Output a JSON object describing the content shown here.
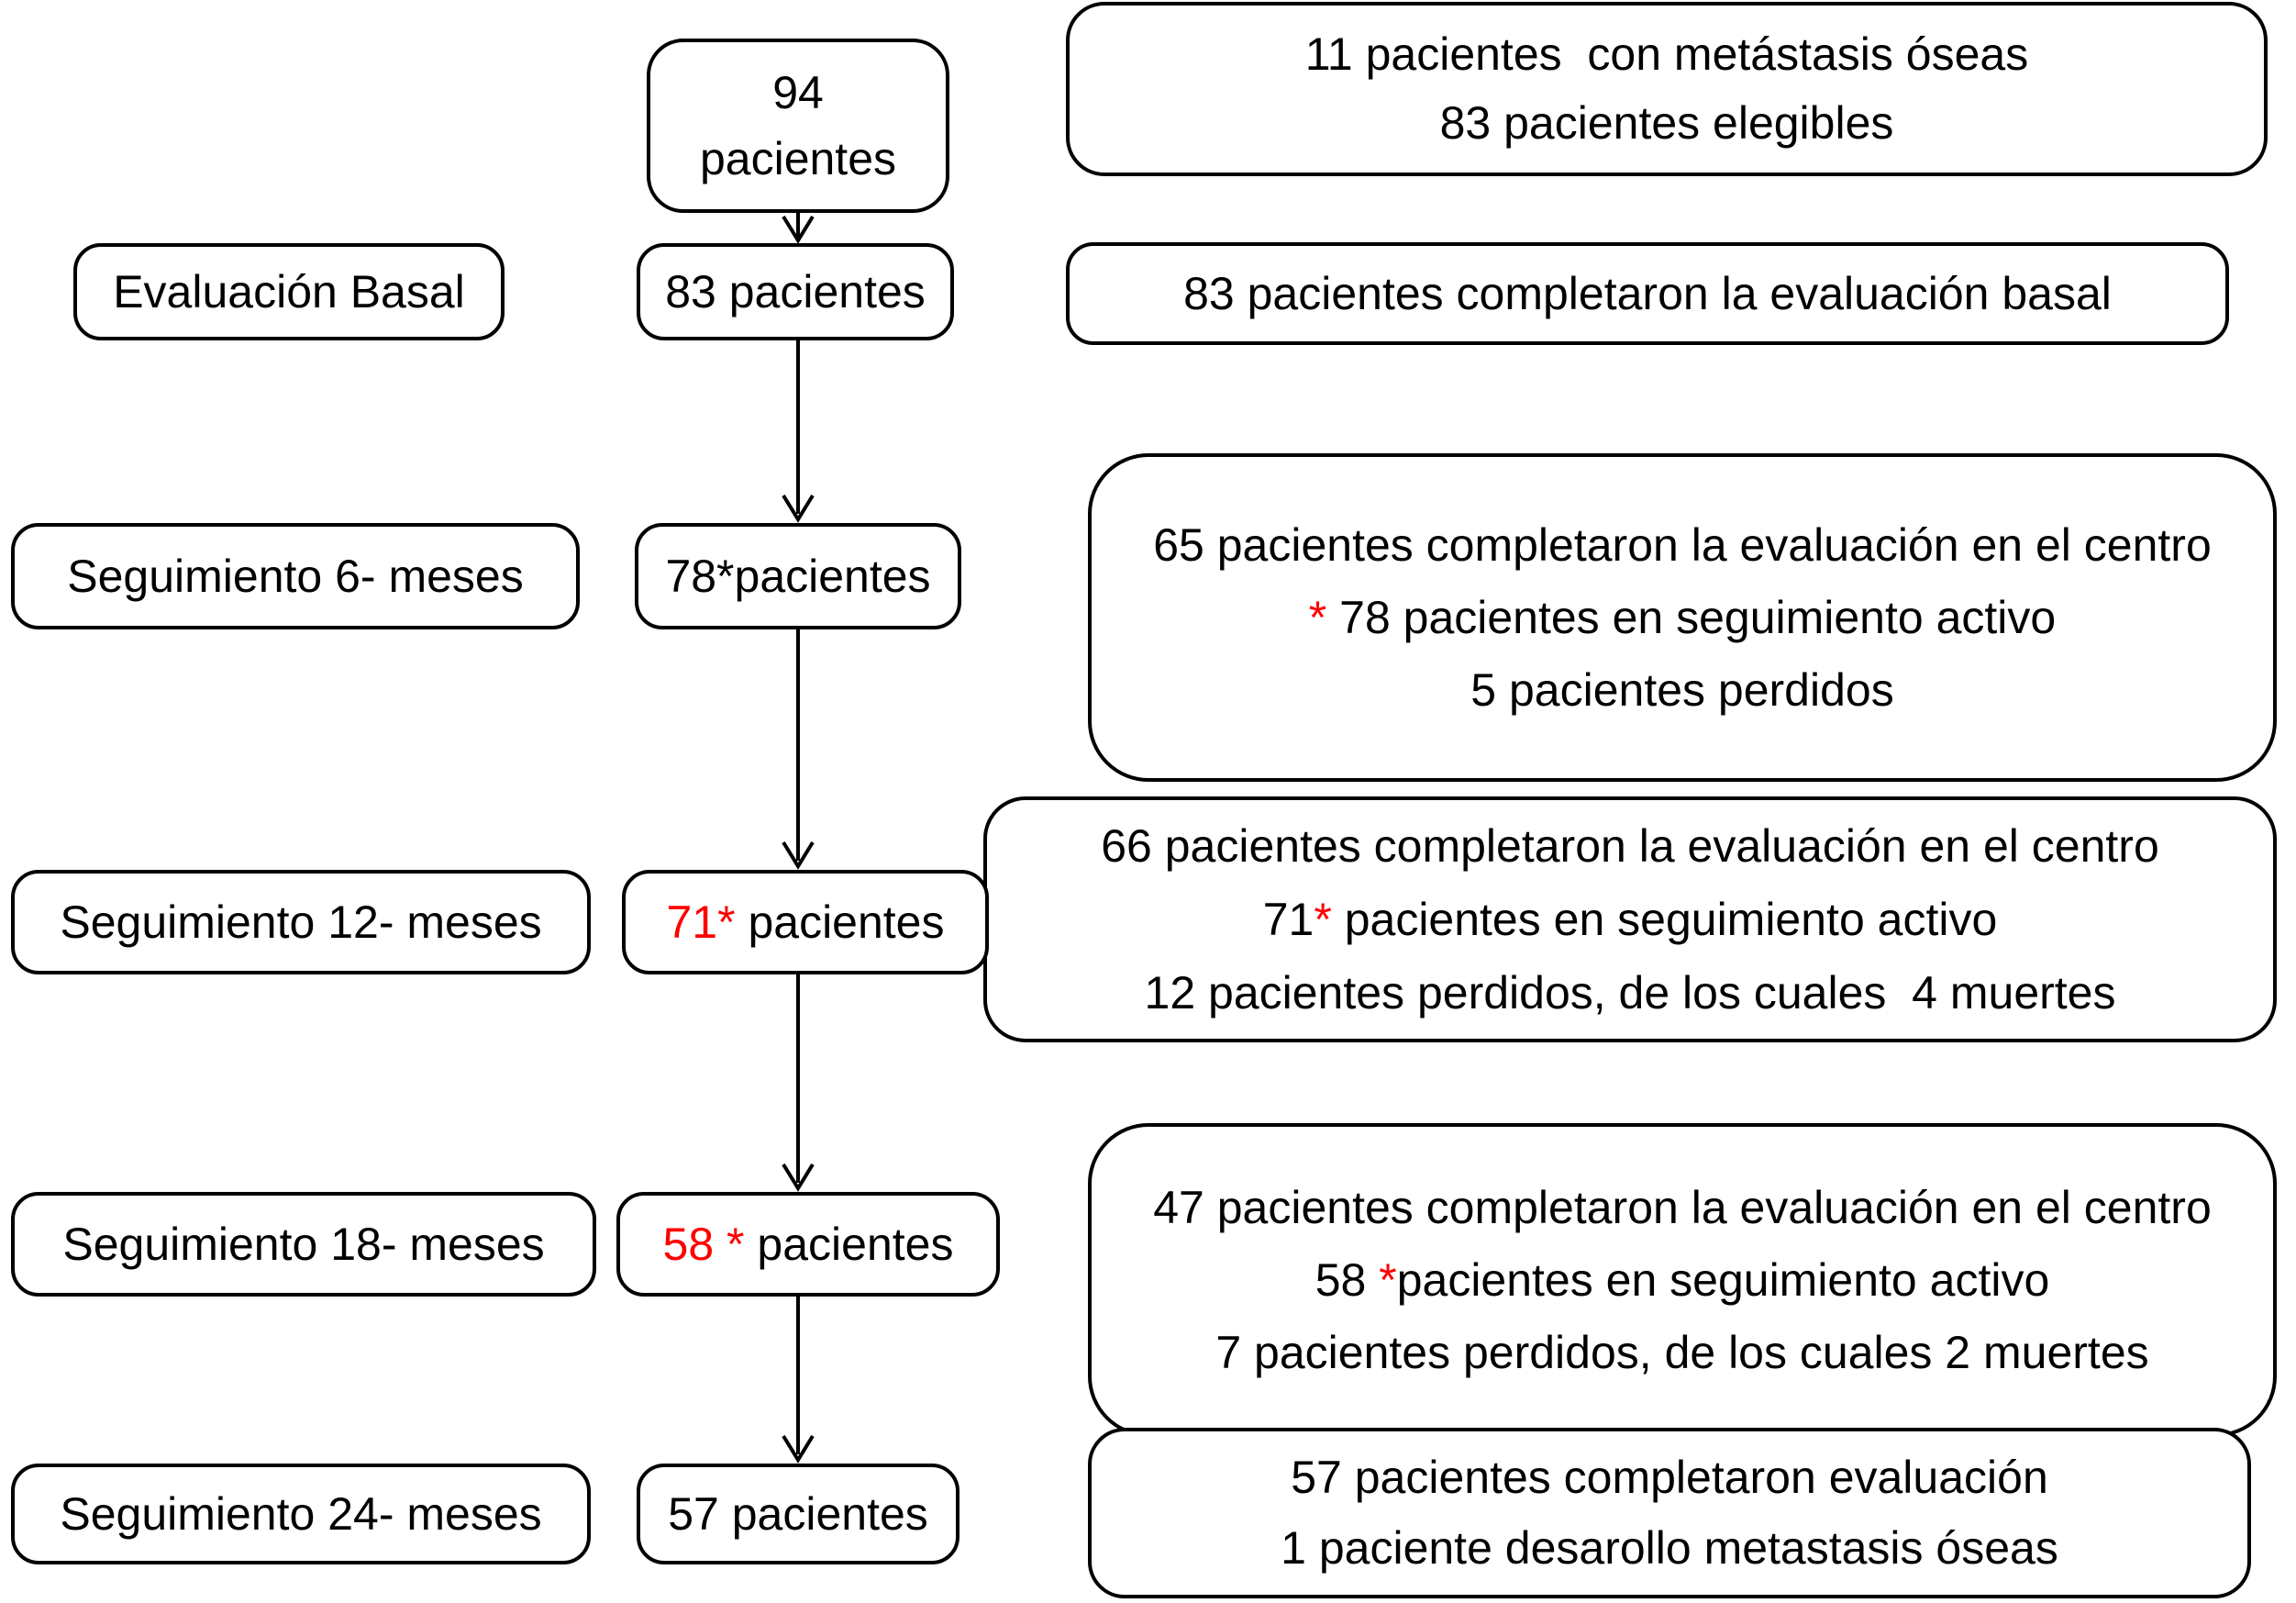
{
  "palette": {
    "ink": "#000000",
    "red": "#FF0000"
  },
  "stages": {
    "basal": "Evaluación Basal",
    "m6": "Seguimiento 6- meses",
    "m12": "Seguimiento 12- meses",
    "m18": "Seguimiento 18- meses",
    "m24": "Seguimiento 24- meses"
  },
  "flow": {
    "start_line1": "94",
    "start_line2": "pacientes",
    "basal": "83 pacientes",
    "m6": "78*pacientes",
    "m12_red": "71*",
    "m12_rest": " pacientes",
    "m18_red": "58 *",
    "m18_rest": " pacientes",
    "m24": "57 pacientes"
  },
  "notes": {
    "screening": {
      "line1": "11 pacientes  con metástasis óseas",
      "line2": "83 pacientes elegibles"
    },
    "basal": {
      "line1": "83 pacientes completaron la evaluación basal"
    },
    "m6": {
      "line1": "65 pacientes completaron la evaluación en el centro",
      "line2_star": "*",
      "line2_rest": " 78 pacientes en seguimiento activo",
      "line3": "5 pacientes perdidos"
    },
    "m12": {
      "line1": "66 pacientes completaron la evaluación en el centro",
      "line2_num": "71",
      "line2_star": "*",
      "line2_rest": " pacientes en seguimiento activo",
      "line3": "12 pacientes perdidos, de los cuales  4 muertes"
    },
    "m18": {
      "line1": "47 pacientes completaron la evaluación en el centro",
      "line2_num": "58 ",
      "line2_star": "*",
      "line2_rest": "pacientes en seguimiento activo",
      "line3": "7 pacientes perdidos, de los cuales 2 muertes"
    },
    "m24": {
      "line1": "57 pacientes completaron evaluación",
      "line2": "1 paciente desarollo metastasis óseas"
    }
  }
}
